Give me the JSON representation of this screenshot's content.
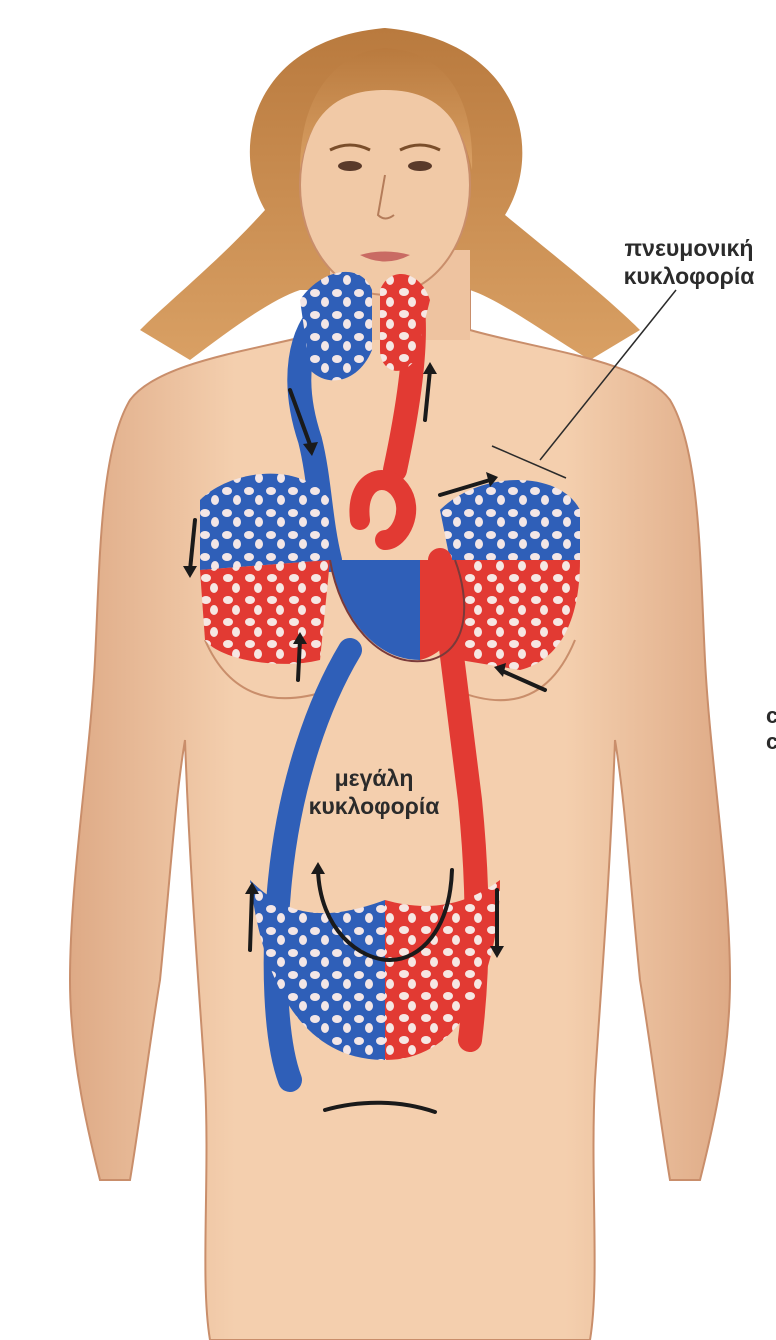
{
  "diagram": {
    "labels": {
      "pulmonary": {
        "line1": "πνευμονική",
        "line2": "κυκλοφορία"
      },
      "systemic": {
        "line1": "μεγάλη",
        "line2": "κυκλοφορία"
      },
      "cut_off": {
        "line1": "c",
        "line2": "c"
      }
    },
    "colors": {
      "skin": "#f1c9a6",
      "skin_shadow": "#d9a27e",
      "hair": "#c98a4a",
      "vein_blue": "#2f5fb8",
      "artery_red": "#e23a33",
      "arrow": "#1a1a1a",
      "label_text": "#2b2b2b"
    }
  }
}
